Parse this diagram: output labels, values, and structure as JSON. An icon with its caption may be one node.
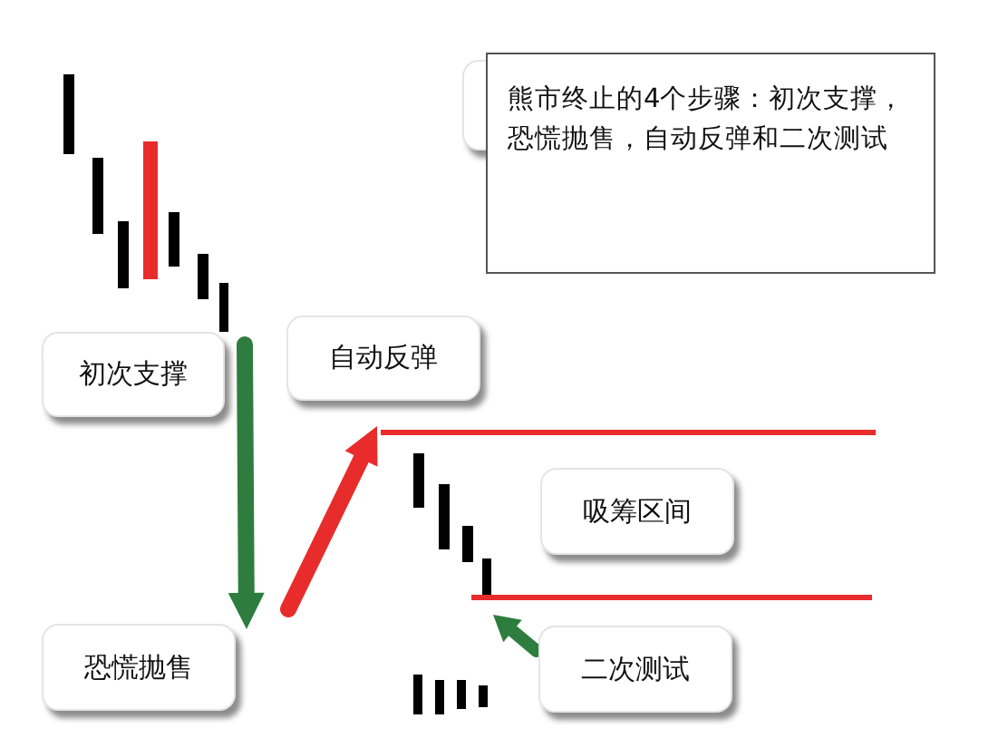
{
  "diagram": {
    "nodes": [
      {
        "text": [],
        "shape": "box"
      },
      {
        "text": [
          "熊市终止的4个步骤：初次支撑，恐慌抛售，自动反弹和二次测试"
        ]
      },
      {
        "text": [
          "初次支撑"
        ]
      },
      {
        "text": [
          "自动反弹"
        ]
      },
      {
        "text": [
          "吸筹区间"
        ]
      },
      {
        "text": [
          "恐慌抛售"
        ]
      },
      {
        "text": [
          "二次测试"
        ]
      }
    ]
  }
}
